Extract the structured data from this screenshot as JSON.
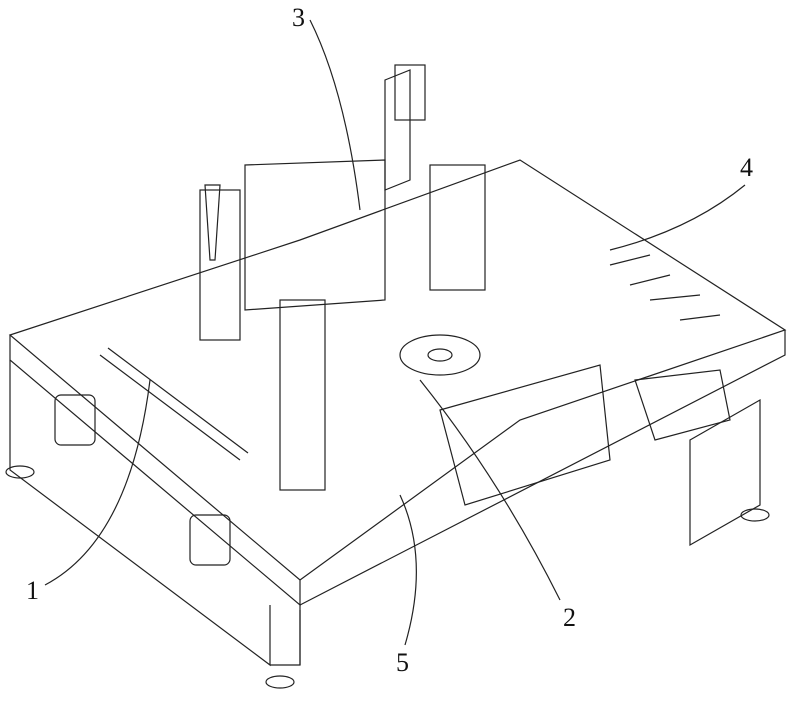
{
  "figure": {
    "callouts": [
      {
        "id": "1",
        "label": "1"
      },
      {
        "id": "2",
        "label": "2"
      },
      {
        "id": "3",
        "label": "3"
      },
      {
        "id": "4",
        "label": "4"
      },
      {
        "id": "5",
        "label": "5"
      }
    ],
    "line_color": "#222222"
  }
}
